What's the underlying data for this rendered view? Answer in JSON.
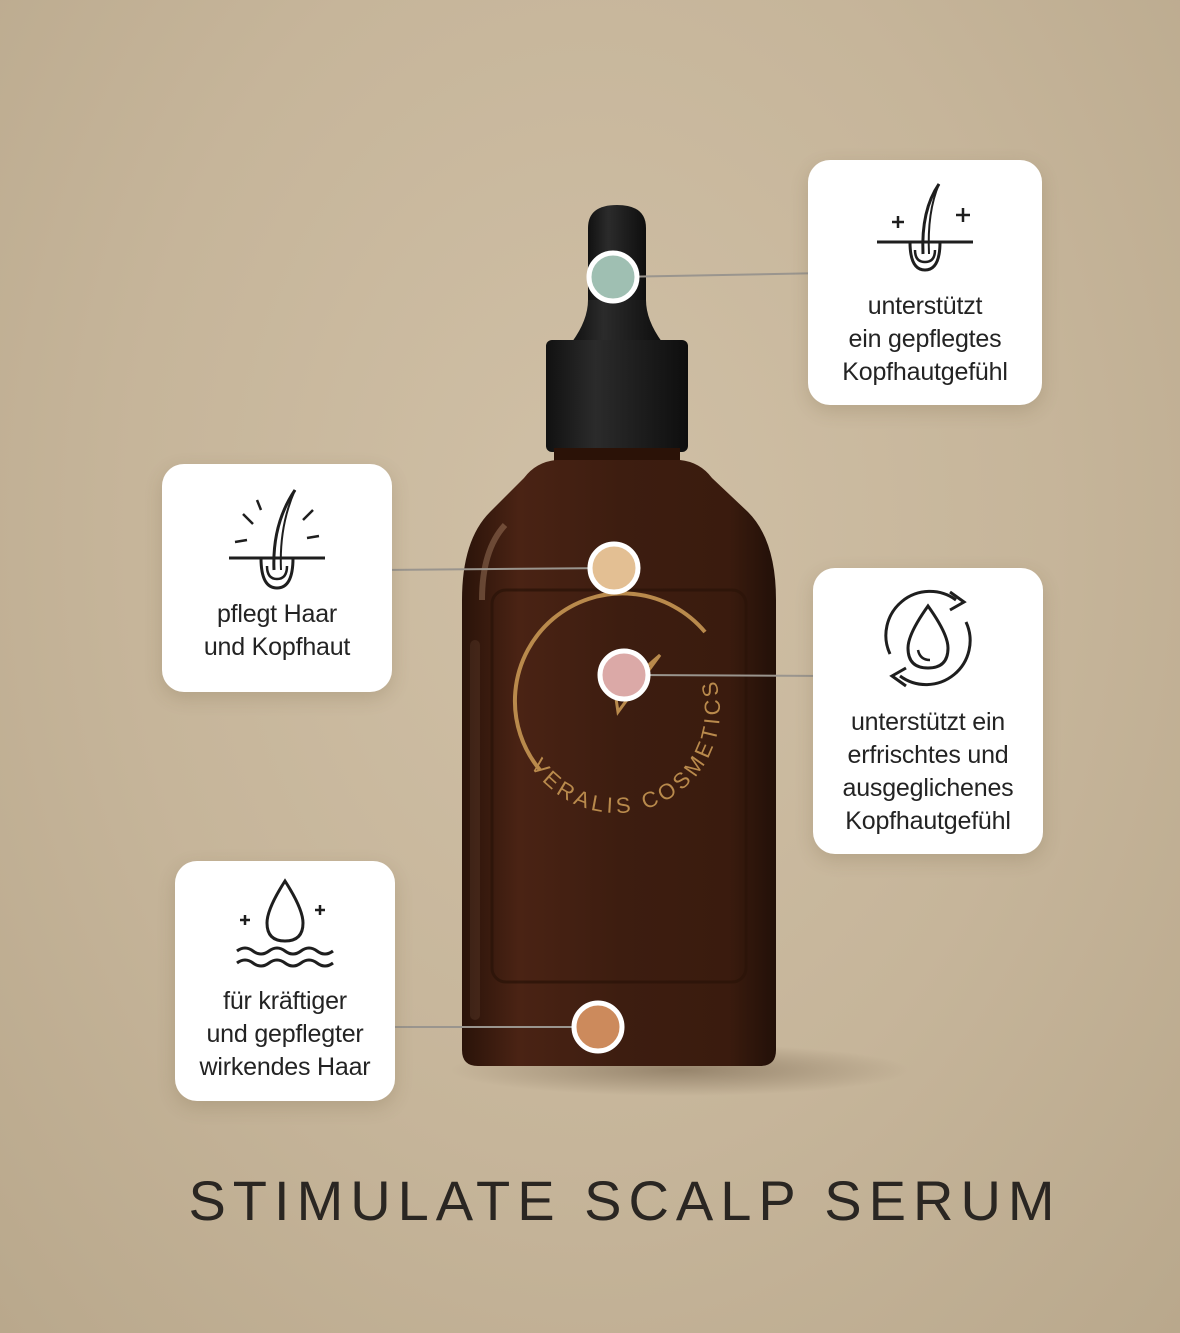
{
  "product": {
    "title": "STIMULATE SCALP SERUM",
    "brand_text": "VERALIS COSMETICS"
  },
  "callouts": [
    {
      "label": "unterstützt\nein gepflegtes\nKopfhautgefühl",
      "icon": "hair-follicle-sparkle-icon",
      "dot_color": "#9fbfb2"
    },
    {
      "label": "pflegt Haar\nund Kopfhaut",
      "icon": "hair-follicle-rays-icon",
      "dot_color": "#e3bf93"
    },
    {
      "label": "unterstützt ein\nerfrischtes und\nausgeglichenes\nKopfhautgefühl",
      "icon": "refresh-droplet-icon",
      "dot_color": "#dba9a7"
    },
    {
      "label": "für kräftiger\nund gepflegter\nwirkendes Haar",
      "icon": "droplet-waves-icon",
      "dot_color": "#cc8a5c"
    }
  ],
  "colors": {
    "background": "#c6b59a",
    "bottle_glass": "#3a1c10",
    "cap": "#1b1b1b",
    "logo_gold": "#b98a4c",
    "connector": "#9a958e",
    "title_text": "#2a2622"
  }
}
